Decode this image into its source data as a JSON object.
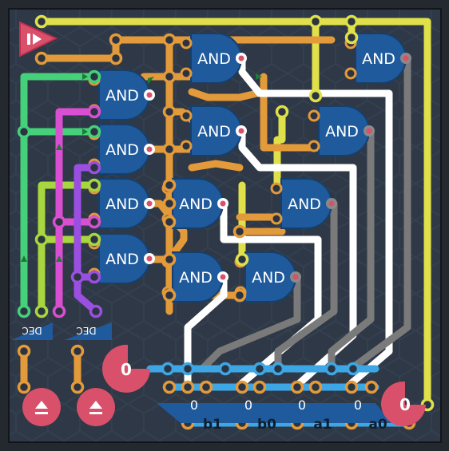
{
  "gate_label": "AND",
  "decoder_label": "DEC",
  "clock_value": "0",
  "output_value": "0",
  "output_bits": {
    "b1": {
      "value": "0",
      "label": "b1"
    },
    "b0": {
      "value": "0",
      "label": "b0"
    },
    "a1": {
      "value": "0",
      "label": "a1"
    },
    "a0": {
      "value": "0",
      "label": "a0"
    }
  },
  "colors": {
    "orange": "#e39a3a",
    "yellow": "#dfe04a",
    "white": "#ffffff",
    "gray": "#7a7a7a",
    "green": "#45d07a",
    "lime": "#a8d63f",
    "magenta": "#d94fd1",
    "purple": "#9a4fe0",
    "blue": "#3da7e6",
    "gate": "#1e5a9c",
    "red": "#d9506a"
  }
}
